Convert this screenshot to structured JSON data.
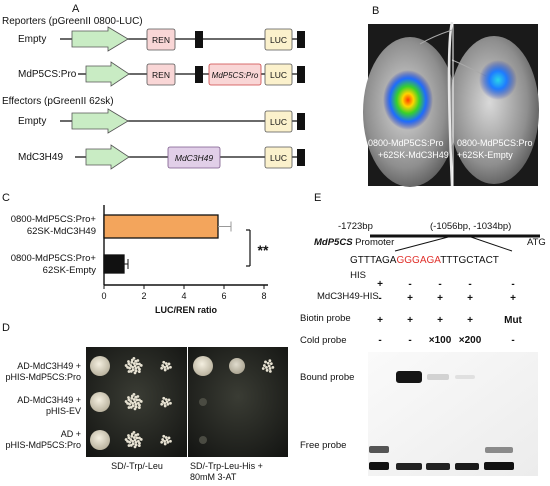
{
  "panel_letters": {
    "a": "A",
    "b": "B",
    "c": "C",
    "d": "D",
    "e": "E"
  },
  "panel_a": {
    "reporter_header": "Reporters (pGreenII 0800-LUC)",
    "effector_header": "Effectors (pGreenII 62sk)",
    "rows": {
      "r1": {
        "label": "Empty",
        "ren": "REN",
        "luc": "LUC"
      },
      "r2": {
        "label": "MdP5CS:Pro",
        "ren": "REN",
        "insert": "MdP5CS:Pro",
        "luc": "LUC"
      },
      "e1": {
        "label": "Empty",
        "luc": "LUC"
      },
      "e2": {
        "label": "MdC3H49",
        "insert": "MdC3H49",
        "luc": "LUC"
      }
    },
    "colors": {
      "arrow": "#c9ecc4",
      "ren": "#f9d6d6",
      "luc": "#fbf1cc",
      "insert_mdc3h49": "#e1cfe8"
    }
  },
  "panel_b": {
    "left_label_1": "0800-MdP5CS:Pro",
    "left_label_2": "+62SK-MdC3H49",
    "right_label_1": "0800-MdP5CS:Pro",
    "right_label_2": "+62SK-Empty"
  },
  "chart_data": {
    "type": "bar",
    "orientation": "horizontal",
    "categories": [
      "0800-MdP5CS:Pro+\n62SK-MdC3H49",
      "0800-MdP5CS:Pro+\n62SK-Empty"
    ],
    "category_lines": [
      [
        "0800-MdP5CS:Pro+",
        "62SK-MdC3H49"
      ],
      [
        "0800-MdP5CS:Pro+",
        "62SK-Empty"
      ]
    ],
    "values": [
      5.7,
      1.0
    ],
    "errors": [
      0.65,
      0.2
    ],
    "colors": [
      "#f3a55c",
      "#111111"
    ],
    "xlabel": "LUC/REN ratio",
    "xlim": [
      0,
      8
    ],
    "xticks": [
      "0",
      "2",
      "4",
      "6",
      "8"
    ],
    "annotation": "**"
  },
  "panel_d": {
    "rows": [
      [
        "AD-MdC3H49 +",
        "pHIS-MdP5CS:Pro"
      ],
      [
        "AD-MdC3H49 +",
        "pHIS-EV"
      ],
      [
        "AD +",
        "pHIS-MdP5CS:Pro"
      ]
    ],
    "plate1_label": "SD/-Trp/-Leu",
    "plate2_label_1": "SD/-Trp-Leu-His +",
    "plate2_label_2": "80mM 3-AT"
  },
  "panel_e": {
    "coord_left": "-1723bp",
    "coord_mid": "(-1056bp, -1034bp)",
    "promoter_italic": "MdP5CS",
    "promoter_rest": " Promoter",
    "atg": "ATG",
    "seq_pre": "GTTTAGA",
    "seq_motif": "GGGAGA",
    "seq_post": "TTTGCTACT",
    "motif_color": "#e0302b",
    "rows": [
      {
        "label": "HIS",
        "vals": [
          "+",
          "-",
          "-",
          "-",
          "-"
        ]
      },
      {
        "label": "MdC3H49-HIS",
        "vals": [
          "-",
          "+",
          "+",
          "+",
          "+"
        ]
      },
      {
        "label": "Biotin probe",
        "vals": [
          "+",
          "+",
          "+",
          "+",
          "Mut"
        ]
      },
      {
        "label": "Cold probe",
        "vals": [
          "-",
          "-",
          "×100",
          "×200",
          "-"
        ]
      }
    ],
    "bound_label": "Bound probe",
    "free_label": "Free probe"
  }
}
